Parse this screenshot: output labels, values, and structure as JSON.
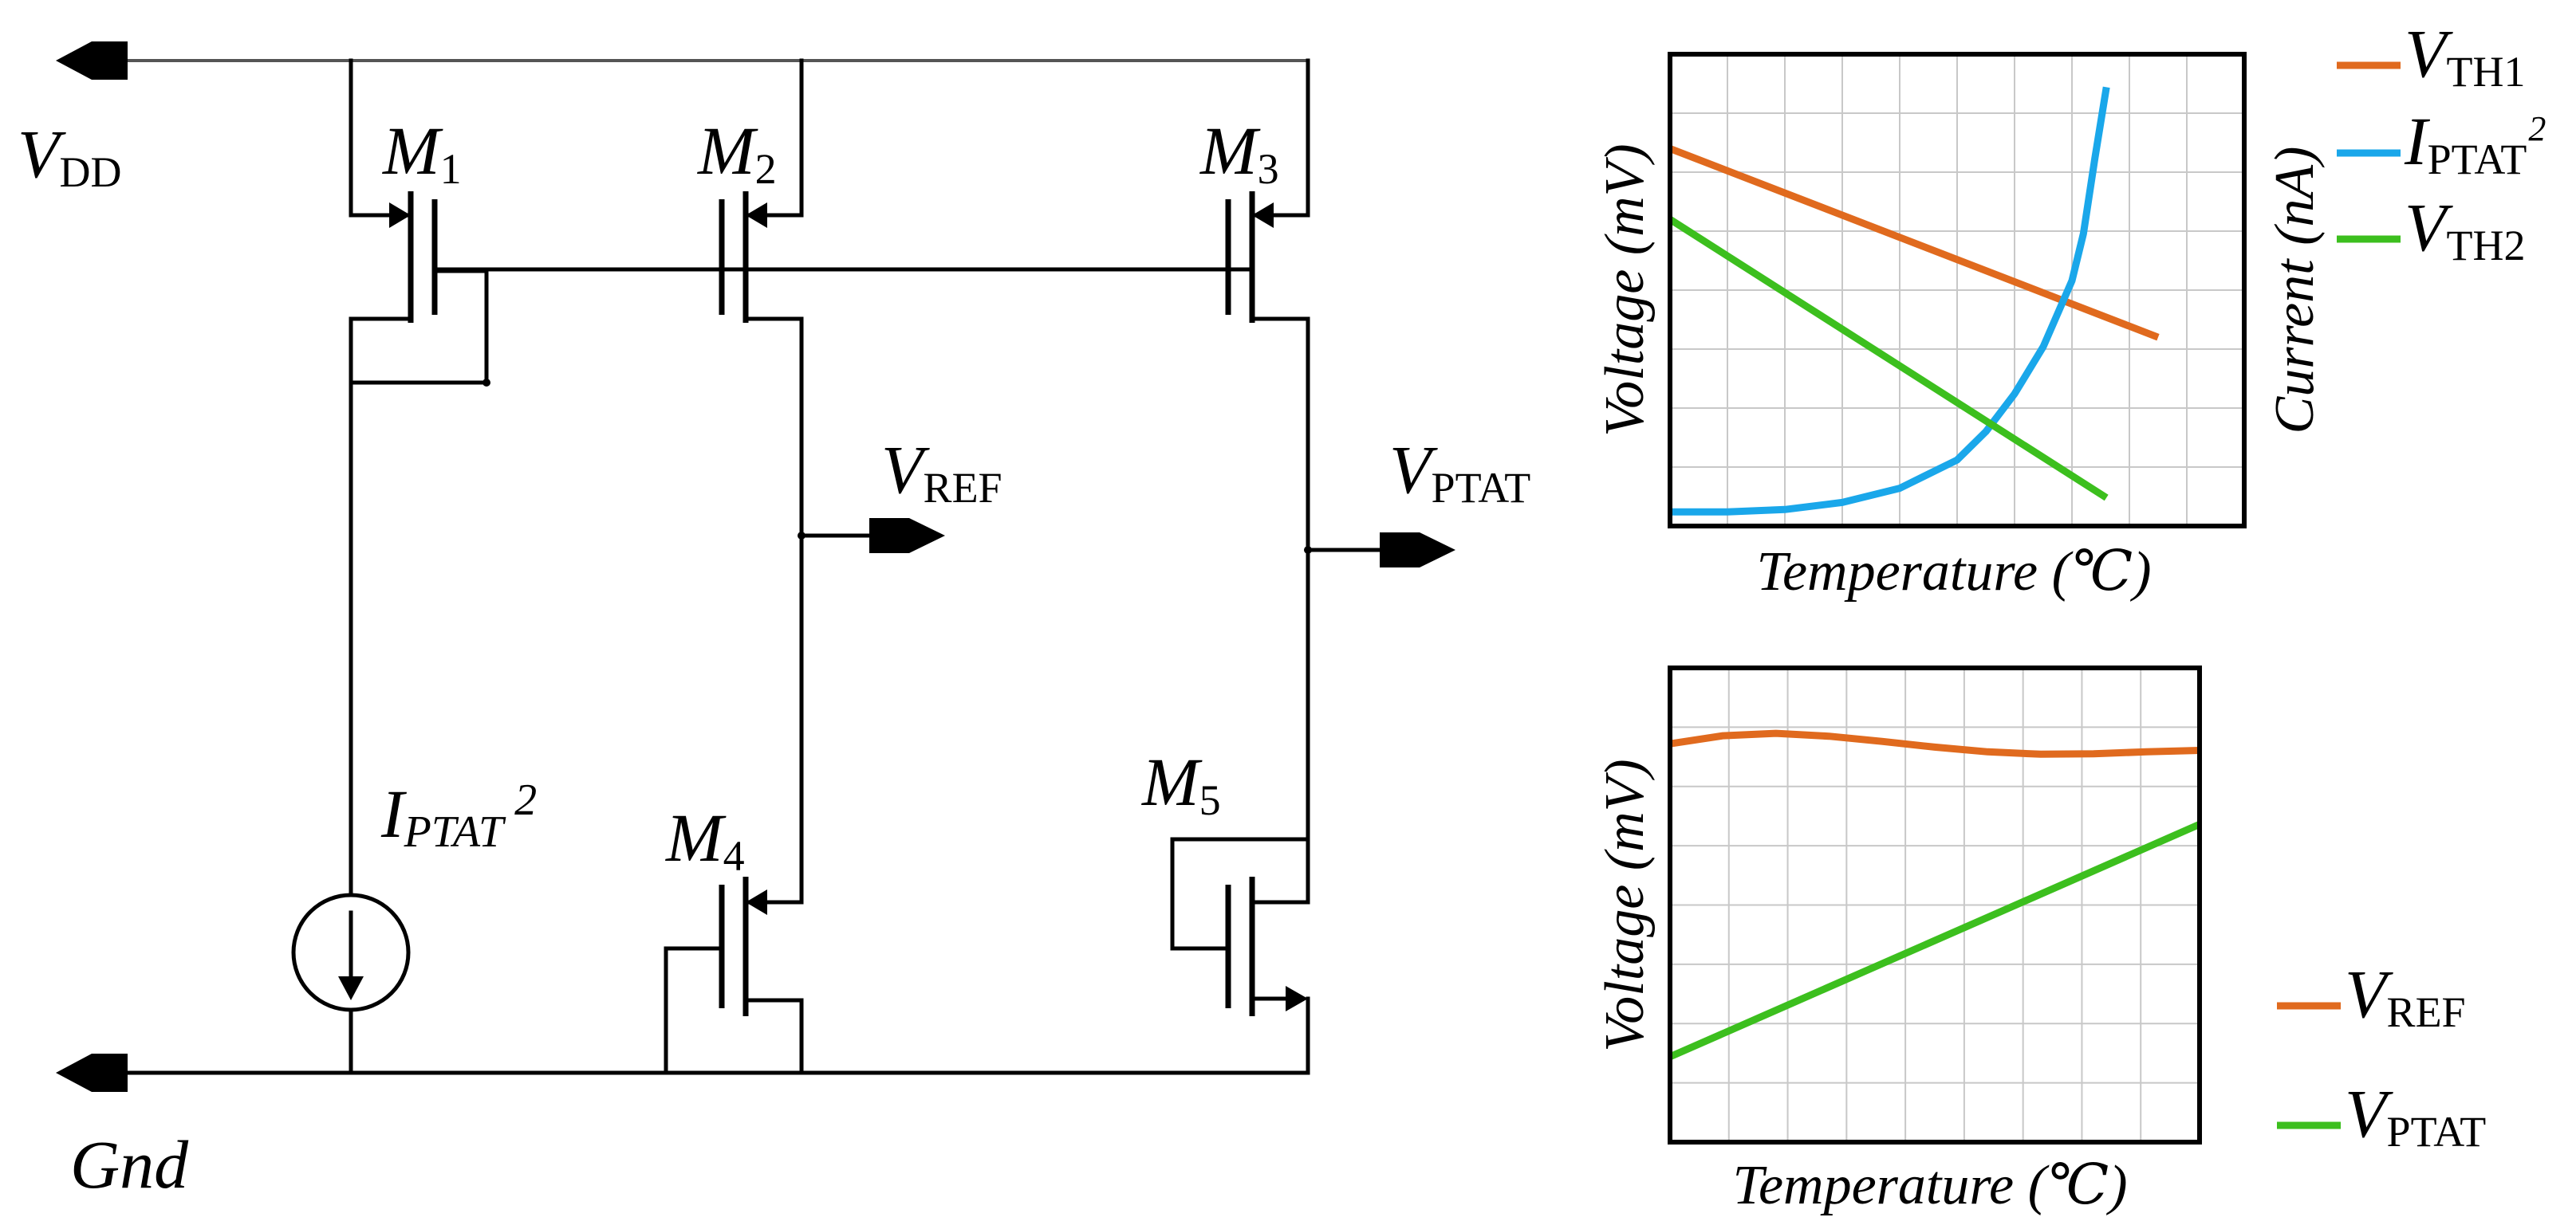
{
  "circuit": {
    "vdd": {
      "main": "V",
      "sub": "DD"
    },
    "gnd": "Gnd",
    "transistors": [
      {
        "main": "M",
        "sub": "1"
      },
      {
        "main": "M",
        "sub": "2"
      },
      {
        "main": "M",
        "sub": "3"
      },
      {
        "main": "M",
        "sub": "4"
      },
      {
        "main": "M",
        "sub": "5"
      }
    ],
    "current_source": {
      "main": "I",
      "sub": "PTAT",
      "sup": "2"
    },
    "vref_out": {
      "main": "V",
      "sub": "REF"
    },
    "vptat_out": {
      "main": "V",
      "sub": "PTAT"
    }
  },
  "chart_data": [
    {
      "type": "line",
      "xlabel": "Temperature (℃)",
      "ylabel": "Voltage (mV)",
      "ylabel_right": "Current (nA)",
      "grid": true,
      "legend_position": "right",
      "xlim": [
        0,
        1
      ],
      "ylim": [
        0,
        1
      ],
      "series": [
        {
          "name": {
            "main": "V",
            "sub": "TH1"
          },
          "color": "#e06a1e",
          "x": [
            0,
            0.85
          ],
          "y": [
            0.8,
            0.4
          ]
        },
        {
          "name": {
            "main": "I",
            "sub": "PTAT",
            "sup": "2"
          },
          "color": "#1aa7ea",
          "x": [
            0,
            0.1,
            0.2,
            0.3,
            0.4,
            0.5,
            0.55,
            0.6,
            0.65,
            0.7,
            0.72,
            0.74,
            0.76
          ],
          "y": [
            0.03,
            0.03,
            0.035,
            0.05,
            0.08,
            0.14,
            0.2,
            0.28,
            0.38,
            0.52,
            0.62,
            0.78,
            0.93
          ]
        },
        {
          "name": {
            "main": "V",
            "sub": "TH2"
          },
          "color": "#3cbf1e",
          "x": [
            0,
            0.76
          ],
          "y": [
            0.65,
            0.06
          ]
        }
      ]
    },
    {
      "type": "line",
      "xlabel": "Temperature (℃)",
      "ylabel": "Voltage (mV)",
      "grid": true,
      "legend_position": "right",
      "xlim": [
        0,
        1
      ],
      "ylim": [
        0,
        1
      ],
      "series": [
        {
          "name": {
            "main": "V",
            "sub": "REF"
          },
          "color": "#e06a1e",
          "x": [
            0,
            0.1,
            0.2,
            0.3,
            0.4,
            0.5,
            0.6,
            0.7,
            0.8,
            0.9,
            1.0
          ],
          "y": [
            0.84,
            0.857,
            0.862,
            0.856,
            0.845,
            0.833,
            0.823,
            0.818,
            0.819,
            0.823,
            0.826
          ]
        },
        {
          "name": {
            "main": "V",
            "sub": "PTAT"
          },
          "color": "#3cbf1e",
          "x": [
            0,
            1
          ],
          "y": [
            0.18,
            0.67
          ]
        }
      ]
    }
  ]
}
